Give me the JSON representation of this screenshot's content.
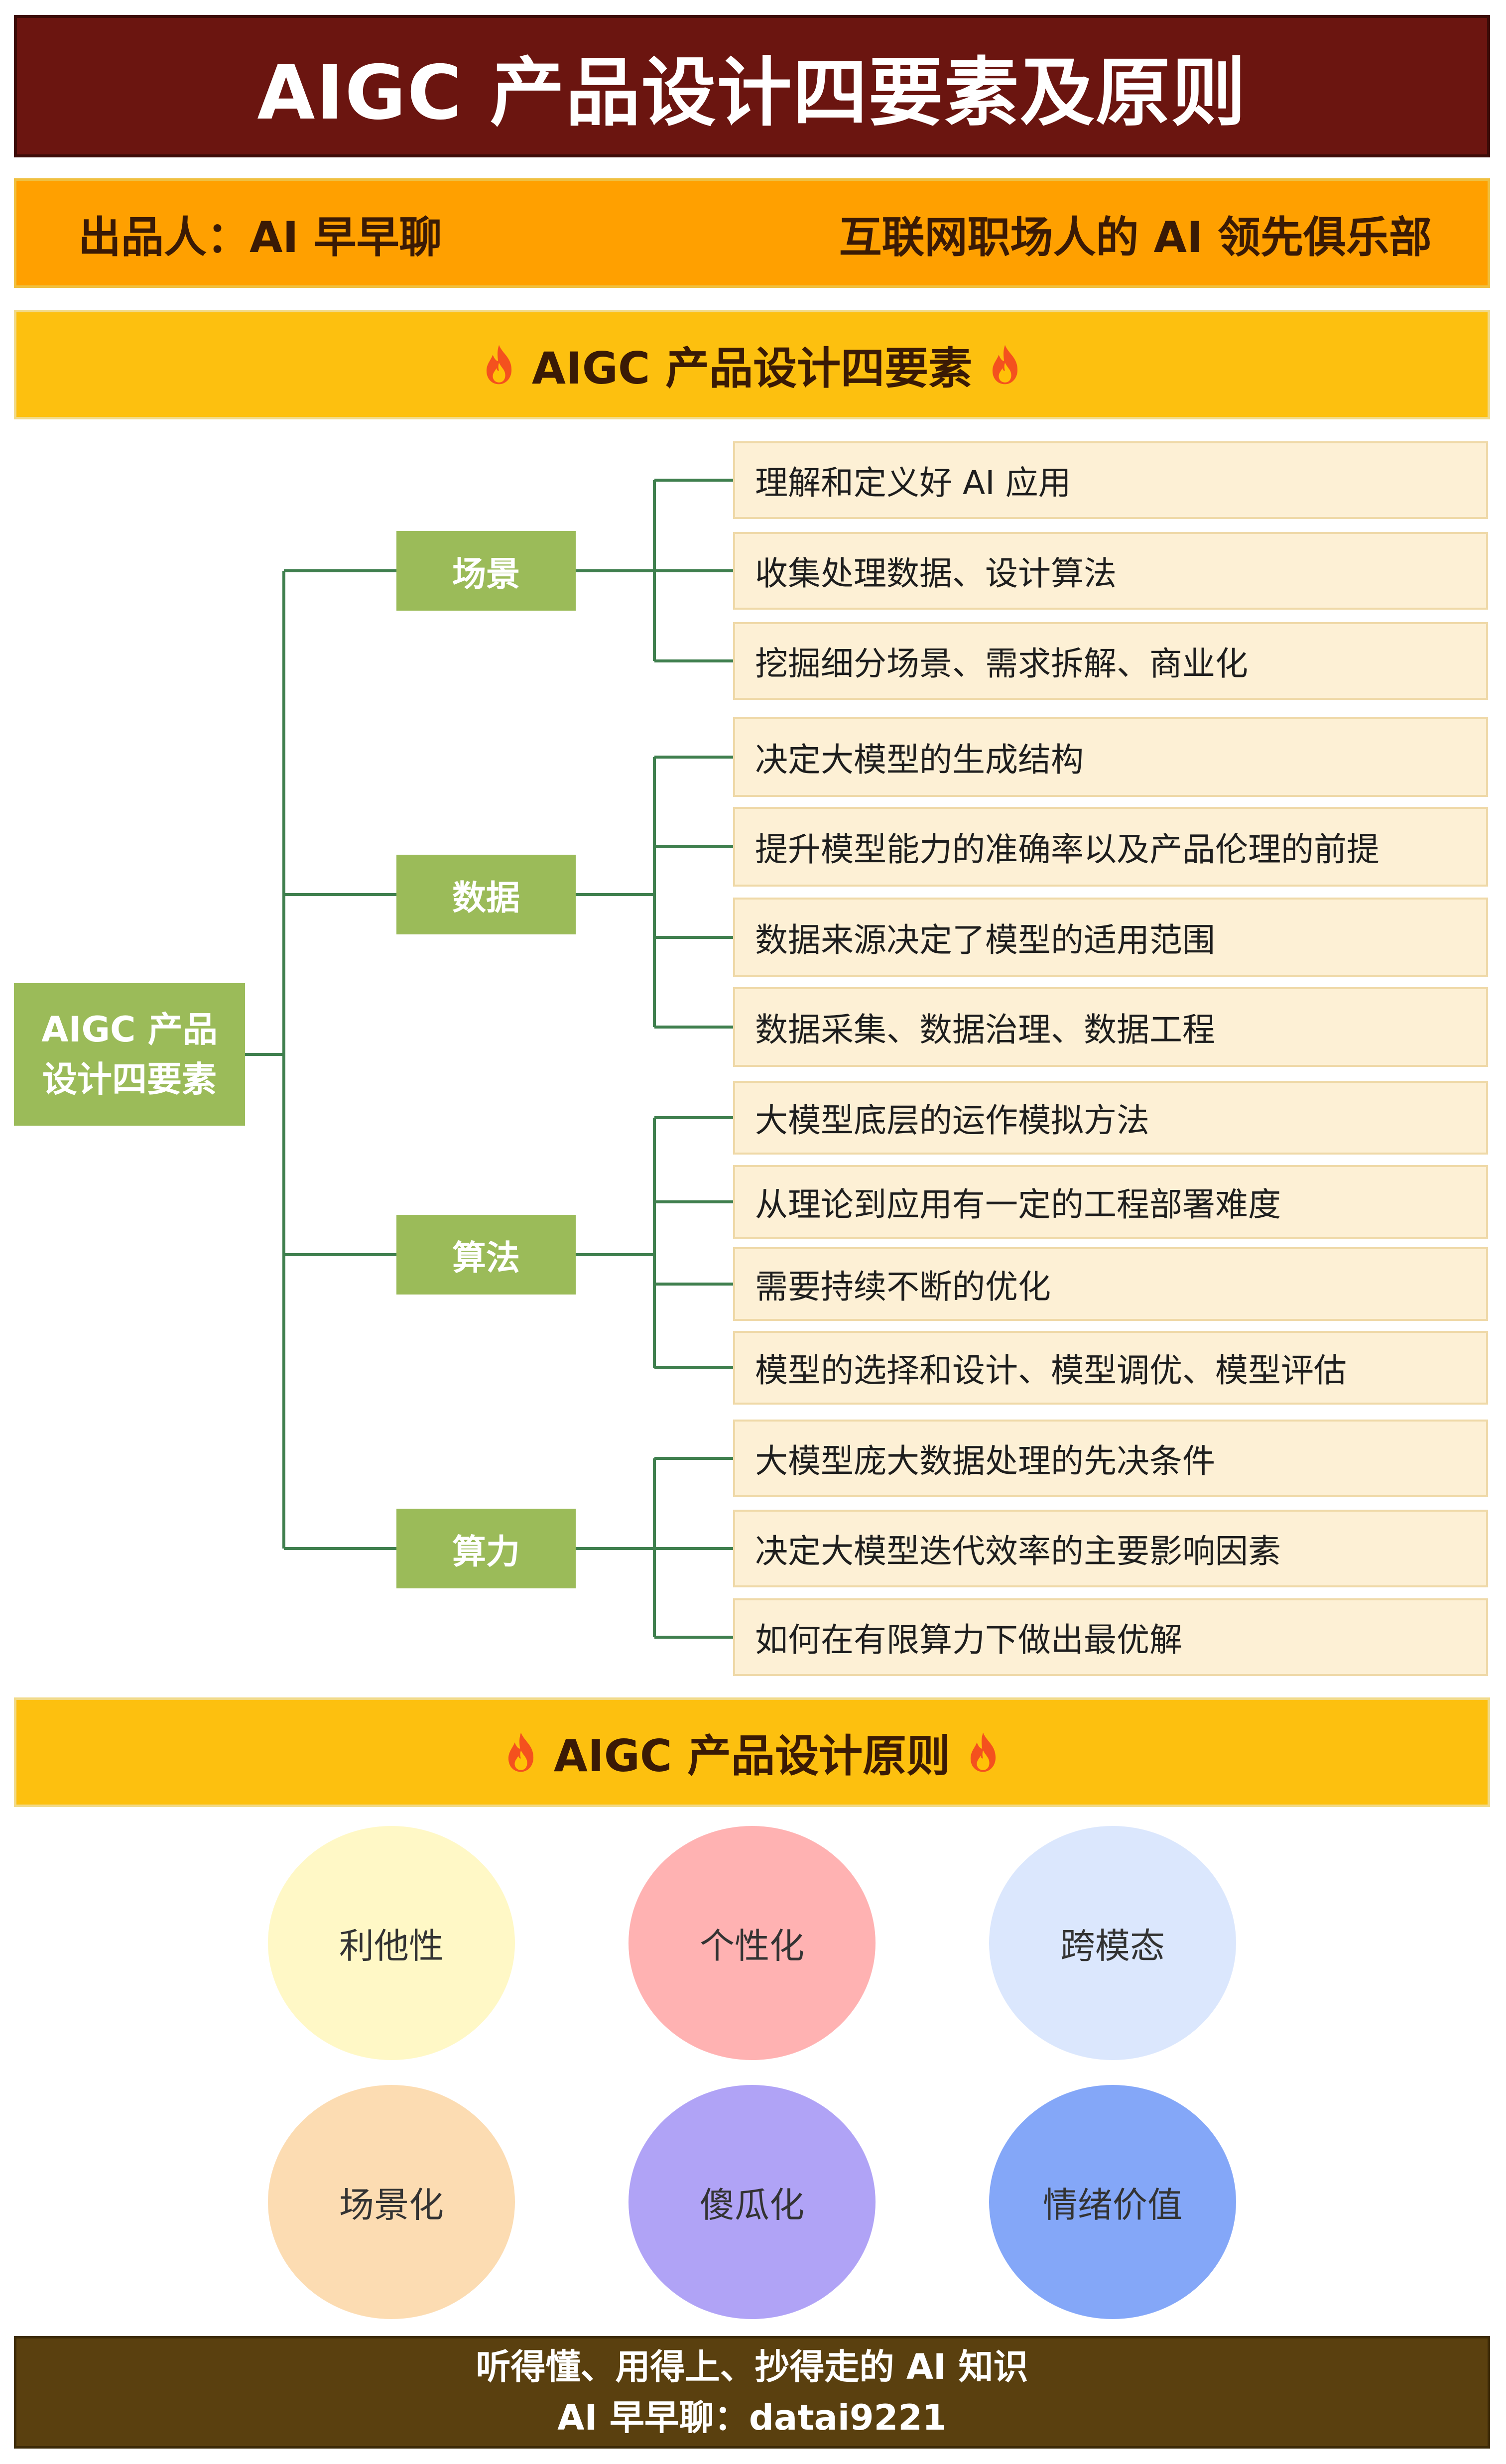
{
  "header": {
    "title": "AIGC 产品设计四要素及原则"
  },
  "publisher": {
    "left": "出品人：AI 早早聊",
    "right": "互联网职场人的 AI 领先俱乐部"
  },
  "section1": {
    "title": "AIGC 产品设计四要素",
    "icon": "fire-icon"
  },
  "tree": {
    "root_line1": "AIGC 产品",
    "root_line2": "设计四要素",
    "branch_color": "#3f7f4e",
    "categories": [
      {
        "label": "场景",
        "items": [
          "理解和定义好 AI 应用",
          "收集处理数据、设计算法",
          "挖掘细分场景、需求拆解、商业化"
        ]
      },
      {
        "label": "数据",
        "items": [
          "决定大模型的生成结构",
          "提升模型能力的准确率以及产品伦理的前提",
          "数据来源决定了模型的适用范围",
          "数据采集、数据治理、数据工程"
        ]
      },
      {
        "label": "算法",
        "items": [
          "大模型底层的运作模拟方法",
          "从理论到应用有一定的工程部署难度",
          "需要持续不断的优化",
          "模型的选择和设计、模型调优、模型评估"
        ]
      },
      {
        "label": "算力",
        "items": [
          "大模型庞大数据处理的先决条件",
          "决定大模型迭代效率的主要影响因素",
          "如何在有限算力下做出最优解"
        ]
      }
    ]
  },
  "section2": {
    "title": "AIGC 产品设计原则",
    "icon": "fire-icon"
  },
  "principles": [
    {
      "label": "利他性",
      "color": "#fff8c6"
    },
    {
      "label": "个性化",
      "color": "#ffb2b2"
    },
    {
      "label": "跨模态",
      "color": "#dbe7fd"
    },
    {
      "label": "场景化",
      "color": "#fcdcb2"
    },
    {
      "label": "傻瓜化",
      "color": "#b0a3f6"
    },
    {
      "label": "情绪价值",
      "color": "#84a7f8"
    }
  ],
  "footer": {
    "line1": "听得懂、用得上、抄得走的 AI 知识",
    "line2": "AI 早早聊：datai9221"
  }
}
